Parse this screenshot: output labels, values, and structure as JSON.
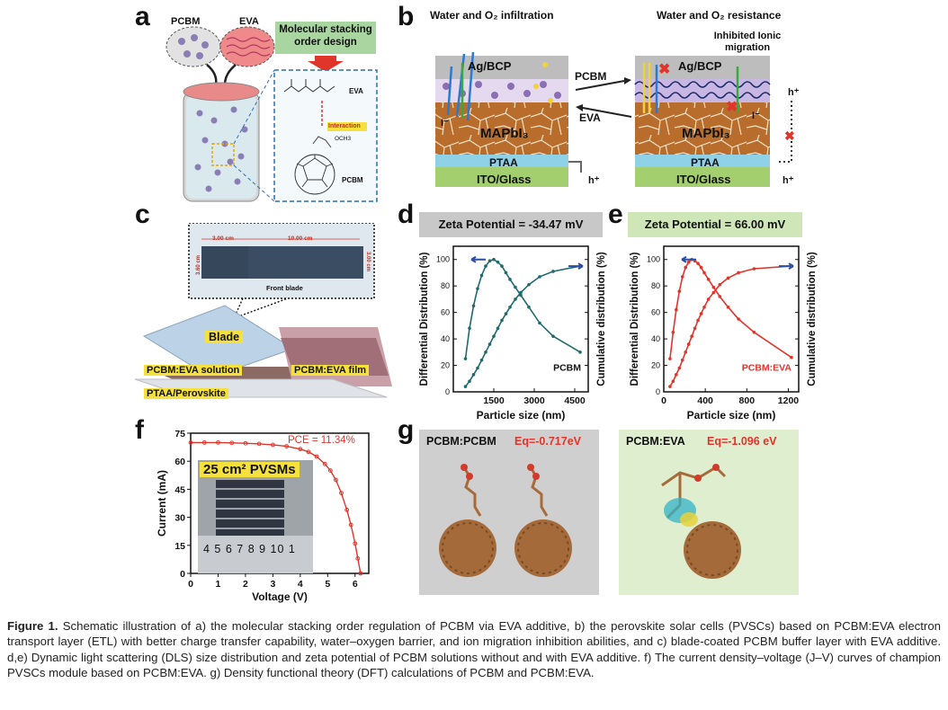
{
  "panels": {
    "a": {
      "letter": "a",
      "pcbm_label": "PCBM",
      "eva_label": "EVA",
      "design_box_label": "Molecular stacking order design",
      "eva_struct_label": "EVA",
      "interaction_label": "Interaction",
      "och3_label": "OCH3",
      "pcbm_struct_label": "PCBM"
    },
    "b": {
      "letter": "b",
      "left_title": "Water and O₂ infiltration",
      "right_title": "Water and O₂ resistance",
      "inhibited_label": "Inhibited Ionic migration",
      "ag_bcp": "Ag/BCP",
      "mapbi3": "MAPbI₃",
      "ptaa": "PTAA",
      "ito": "ITO/Glass",
      "hplus": "h⁺",
      "iminus": "I⁻",
      "pcbm_arrow_label": "PCBM",
      "eva_arrow_label": "EVA"
    },
    "c": {
      "letter": "c",
      "dim1": "3.00 cm",
      "dim2": "10.00 cm",
      "dim3": "3.60 cm",
      "dim4": "3.00 cm",
      "front_blade": "Front blade",
      "blade": "Blade",
      "solution": "PCBM:EVA solution",
      "film": "PCBM:EVA film",
      "ptaa_perov": "PTAA/Perovskite"
    },
    "f": {
      "letter": "f",
      "pce": "PCE = 11.34%",
      "inset_label": "25 cm² PVSMs",
      "ruler_digits": "4 5 6 7 8 9 10 1"
    },
    "g": {
      "letter": "g",
      "left_title": "PCBM:PCBM",
      "left_eq": "Eq=-0.717eV",
      "right_title": "PCBM:EVA",
      "right_eq": "Eq=-1.096 eV"
    }
  },
  "colors": {
    "pcbm_teal": "#1f6b6b",
    "eva_red": "#e0352b",
    "ptaa_blue": "#8fd2e8",
    "ito_green": "#a4cf6e",
    "mapbi3_brown": "#b46a2a",
    "arrow_blue": "#2b4fa2",
    "zeta_box_left": "#c8c8c8",
    "zeta_box_right": "#cfe6b8"
  },
  "chart_data": [
    {
      "id": "d",
      "letter": "d",
      "type": "line",
      "title": "Zeta Potential = -34.47 mV",
      "xlabel": "Particle size (nm)",
      "ylabel": "Differential Distribution (%)",
      "y2label": "Cumulative distribution (%)",
      "series_label": "PCBM",
      "xlim": [
        0,
        5000
      ],
      "ylim": [
        0,
        110
      ],
      "xticks": [
        1500,
        3000,
        4500
      ],
      "yticks": [
        0,
        20,
        40,
        60,
        80,
        100
      ],
      "series": [
        {
          "name": "Differential",
          "x": [
            450,
            600,
            750,
            900,
            1050,
            1200,
            1350,
            1500,
            1650,
            1800,
            1950,
            2100,
            2300,
            2500,
            2800,
            3200,
            3700,
            4700
          ],
          "values": [
            25,
            48,
            65,
            78,
            88,
            95,
            99,
            100,
            98,
            95,
            90,
            85,
            79,
            73,
            64,
            52,
            42,
            30
          ]
        },
        {
          "name": "Cumulative",
          "x": [
            450,
            600,
            750,
            900,
            1050,
            1200,
            1350,
            1500,
            1650,
            1800,
            1950,
            2100,
            2300,
            2500,
            2800,
            3200,
            3700,
            4700
          ],
          "values": [
            4,
            8,
            13,
            18,
            24,
            30,
            36,
            42,
            48,
            54,
            59,
            64,
            70,
            75,
            81,
            87,
            91,
            95
          ]
        }
      ]
    },
    {
      "id": "e",
      "letter": "e",
      "type": "line",
      "title": "Zeta Potential = 66.00 mV",
      "xlabel": "Particle size (nm)",
      "ylabel": "Differential Distribution (%)",
      "y2label": "Cumulative distribution (%)",
      "series_label": "PCBM:EVA",
      "xlim": [
        0,
        1300
      ],
      "ylim": [
        0,
        110
      ],
      "xticks": [
        0,
        400,
        800,
        1200
      ],
      "yticks": [
        0,
        20,
        40,
        60,
        80,
        100
      ],
      "series": [
        {
          "name": "Differential",
          "x": [
            60,
            90,
            120,
            150,
            180,
            210,
            240,
            270,
            300,
            330,
            360,
            390,
            430,
            480,
            540,
            620,
            720,
            870,
            1230
          ],
          "values": [
            25,
            45,
            62,
            76,
            87,
            94,
            98,
            100,
            99,
            97,
            94,
            90,
            85,
            79,
            72,
            64,
            55,
            45,
            26
          ]
        },
        {
          "name": "Cumulative",
          "x": [
            60,
            90,
            120,
            150,
            180,
            210,
            240,
            270,
            300,
            330,
            360,
            390,
            430,
            480,
            540,
            620,
            720,
            870,
            1230
          ],
          "values": [
            4,
            8,
            13,
            18,
            24,
            30,
            36,
            42,
            48,
            54,
            59,
            64,
            70,
            75,
            81,
            86,
            90,
            93,
            95
          ]
        }
      ]
    },
    {
      "id": "f",
      "letter": "f",
      "type": "line",
      "xlabel": "Voltage (V)",
      "ylabel": "Current (mA)",
      "xlim": [
        0,
        6.5
      ],
      "ylim": [
        0,
        75
      ],
      "xticks": [
        0,
        1,
        2,
        3,
        4,
        5,
        6
      ],
      "yticks": [
        0,
        15,
        30,
        45,
        60,
        75
      ],
      "series": [
        {
          "name": "J-V",
          "x": [
            0,
            0.5,
            1,
            1.5,
            2,
            2.5,
            3,
            3.5,
            4,
            4.3,
            4.6,
            4.9,
            5.1,
            5.3,
            5.5,
            5.7,
            5.85,
            6.0,
            6.1,
            6.2
          ],
          "values": [
            70,
            70,
            70,
            69.8,
            69.6,
            69.3,
            68.8,
            68,
            66.5,
            65,
            62.5,
            58.5,
            55,
            50,
            43,
            34,
            26,
            16,
            8,
            0
          ]
        }
      ]
    }
  ],
  "caption": {
    "label": "Figure 1.",
    "text": "Schematic illustration of a) the molecular stacking order regulation of PCBM via EVA additive, b) the perovskite solar cells (PVSCs) based on PCBM:EVA electron transport layer (ETL) with better charge transfer capability, water–oxygen barrier, and ion migration inhibition abilities, and c) blade-coated PCBM buffer layer with EVA additive. d,e) Dynamic light scattering (DLS) size distribution and zeta potential of PCBM solutions without and with EVA additive. f) The current density–voltage (J–V) curves of champion PVSCs module based on PCBM:EVA. g) Density functional theory (DFT) calculations of PCBM and PCBM:EVA."
  }
}
